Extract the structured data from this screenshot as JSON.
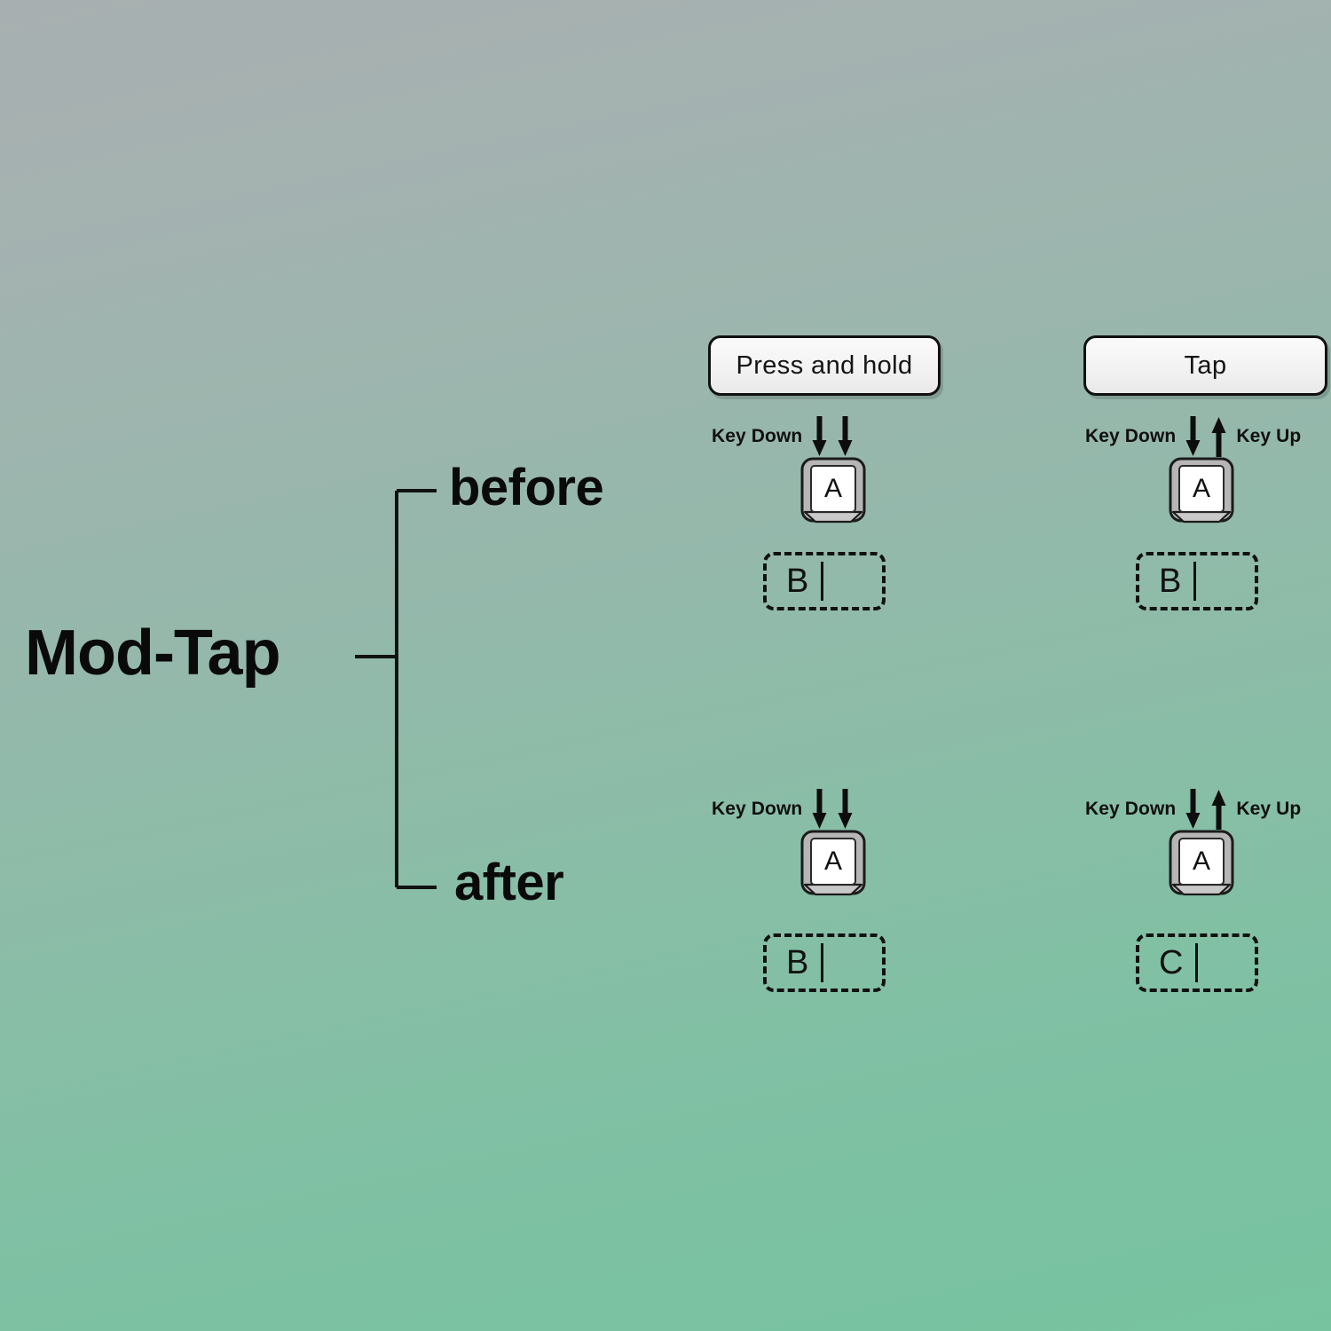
{
  "diagram": {
    "title": "Mod-Tap",
    "branches": [
      {
        "label": "before"
      },
      {
        "label": "after"
      }
    ],
    "colors": {
      "background_top": "#a8afb0",
      "background_bottom": "#77c3a0",
      "ink": "#111111",
      "pill_fill": "#f4f4f4",
      "keycap_frame": "#b3b3b3",
      "keycap_face": "#ffffff"
    }
  },
  "panels": {
    "press_and_hold_before": {
      "header": "Press and hold",
      "events": {
        "left_label": "Key Down",
        "right_label": "",
        "left_arrow": "arrow-down-icon",
        "right_arrow": "arrow-down-icon"
      },
      "keycap": "A",
      "output": {
        "text": "B",
        "caret": "text-caret"
      }
    },
    "tap_before": {
      "header": "Tap",
      "events": {
        "left_label": "Key Down",
        "right_label": "Key Up",
        "left_arrow": "arrow-down-icon",
        "right_arrow": "arrow-up-icon"
      },
      "keycap": "A",
      "output": {
        "text": "B",
        "caret": "text-caret"
      }
    },
    "press_and_hold_after": {
      "header": "",
      "events": {
        "left_label": "Key Down",
        "right_label": "",
        "left_arrow": "arrow-down-icon",
        "right_arrow": "arrow-down-icon"
      },
      "keycap": "A",
      "output": {
        "text": "B",
        "caret": "text-caret"
      }
    },
    "tap_after": {
      "header": "",
      "events": {
        "left_label": "Key Down",
        "right_label": "Key Up",
        "left_arrow": "arrow-down-icon",
        "right_arrow": "arrow-up-icon"
      },
      "keycap": "A",
      "output": {
        "text": "C",
        "caret": "text-caret"
      }
    }
  }
}
